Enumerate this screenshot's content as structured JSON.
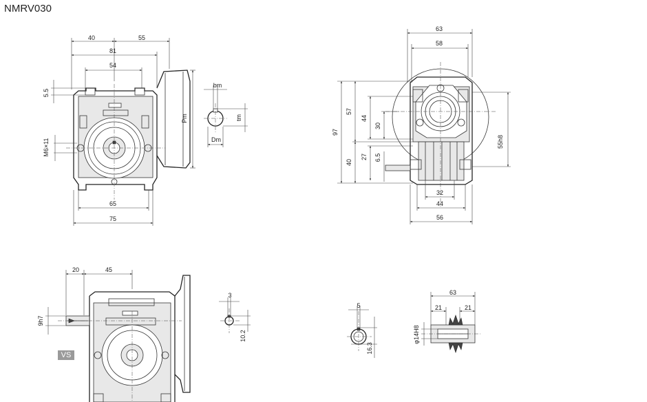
{
  "title": "NMRV030",
  "badge": "VS",
  "dimensions": {
    "front_40": "40",
    "front_55": "55",
    "front_81": "81",
    "front_54": "54",
    "front_5_5": "5.5",
    "front_m6x11": "M6×11",
    "front_pm": "Pm",
    "front_65": "65",
    "front_75": "75",
    "key_bm": "bm",
    "key_tm": "tm",
    "key_dm": "Dm",
    "side_63": "63",
    "side_58": "58",
    "side_97": "97",
    "side_57": "57",
    "side_44": "44",
    "side_30": "30",
    "side_27": "27",
    "side_40": "40",
    "side_6_5": "6.5",
    "side_55h8": "55h8",
    "side_32": "32",
    "side_44b": "44",
    "side_56": "56",
    "vs_20": "20",
    "vs_45": "45",
    "vs_9h7": "9h7",
    "vs_key_3": "3",
    "vs_key_10_2": "10.2",
    "out_5": "5",
    "out_16_3": "16.3",
    "shaft_63": "63",
    "shaft_21a": "21",
    "shaft_21b": "21",
    "shaft_14h8": "φ14H8"
  }
}
